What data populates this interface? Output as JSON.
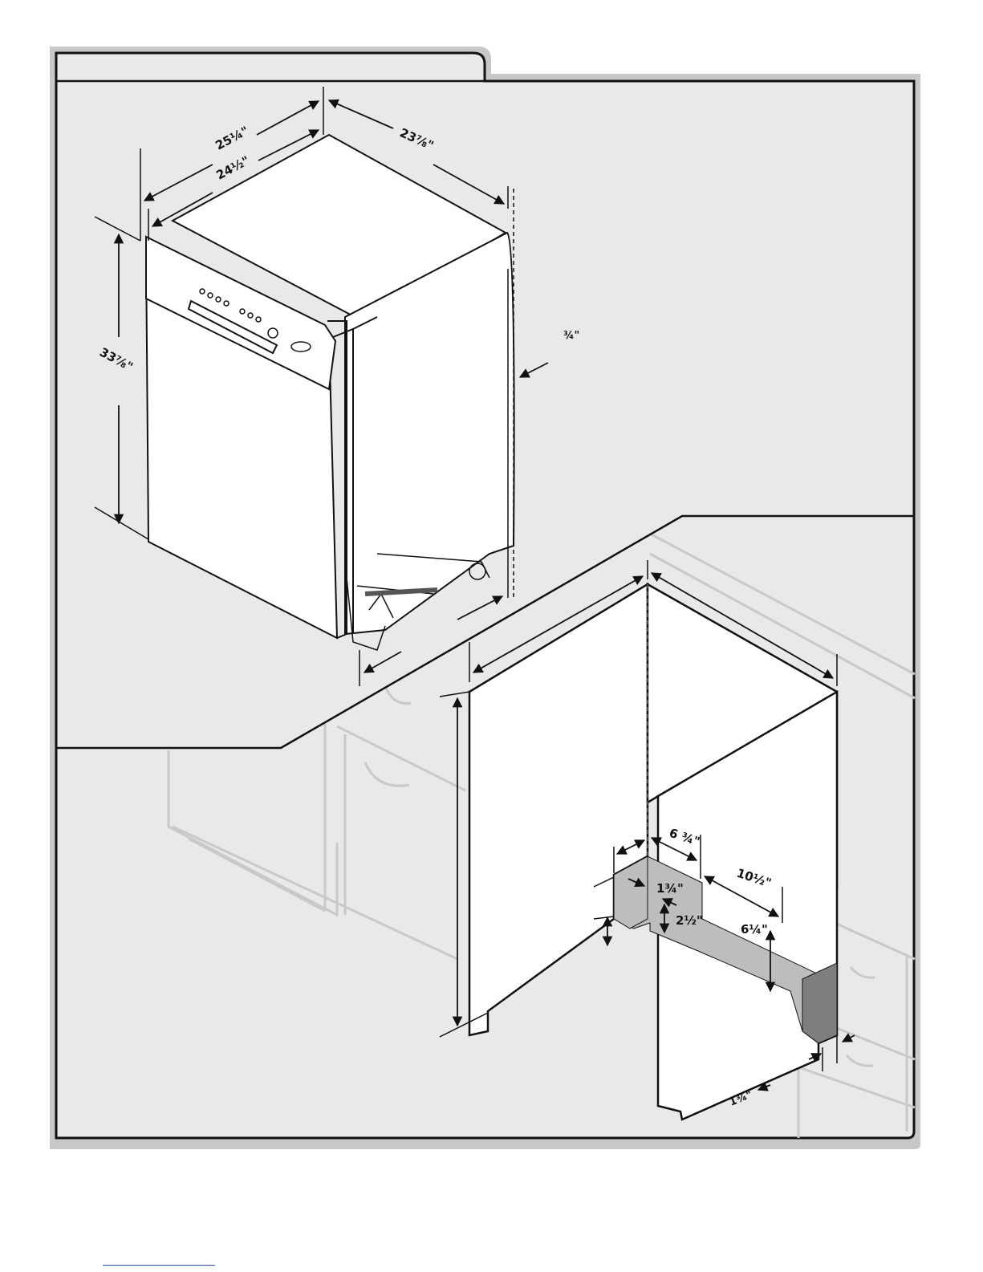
{
  "colors": {
    "panel_fill": "#e9e9e9",
    "panel_border": "#bdbdbd",
    "cutout_fill": "#bdbdbd",
    "cutout_dark": "#7e7e7e",
    "line": "#111111",
    "cabinet_line": "#c9c9c9",
    "footer_rule": "#3344cc"
  },
  "dishwasher": {
    "depth_overall": "25¼\"",
    "depth_tub": "24½\"",
    "width": "23⅞\"",
    "height": "33⅞\"",
    "side_gap": "¾\""
  },
  "opening": {
    "dim_6_3_4": "6 ¾\"",
    "dim_1_3_4_upper": "1¾\"",
    "dim_10_1_2": "10½\"",
    "dim_2_1_2": "2½\"",
    "dim_6_1_4": "6¼\"",
    "dim_1_3_4_lower": "1¾\""
  }
}
